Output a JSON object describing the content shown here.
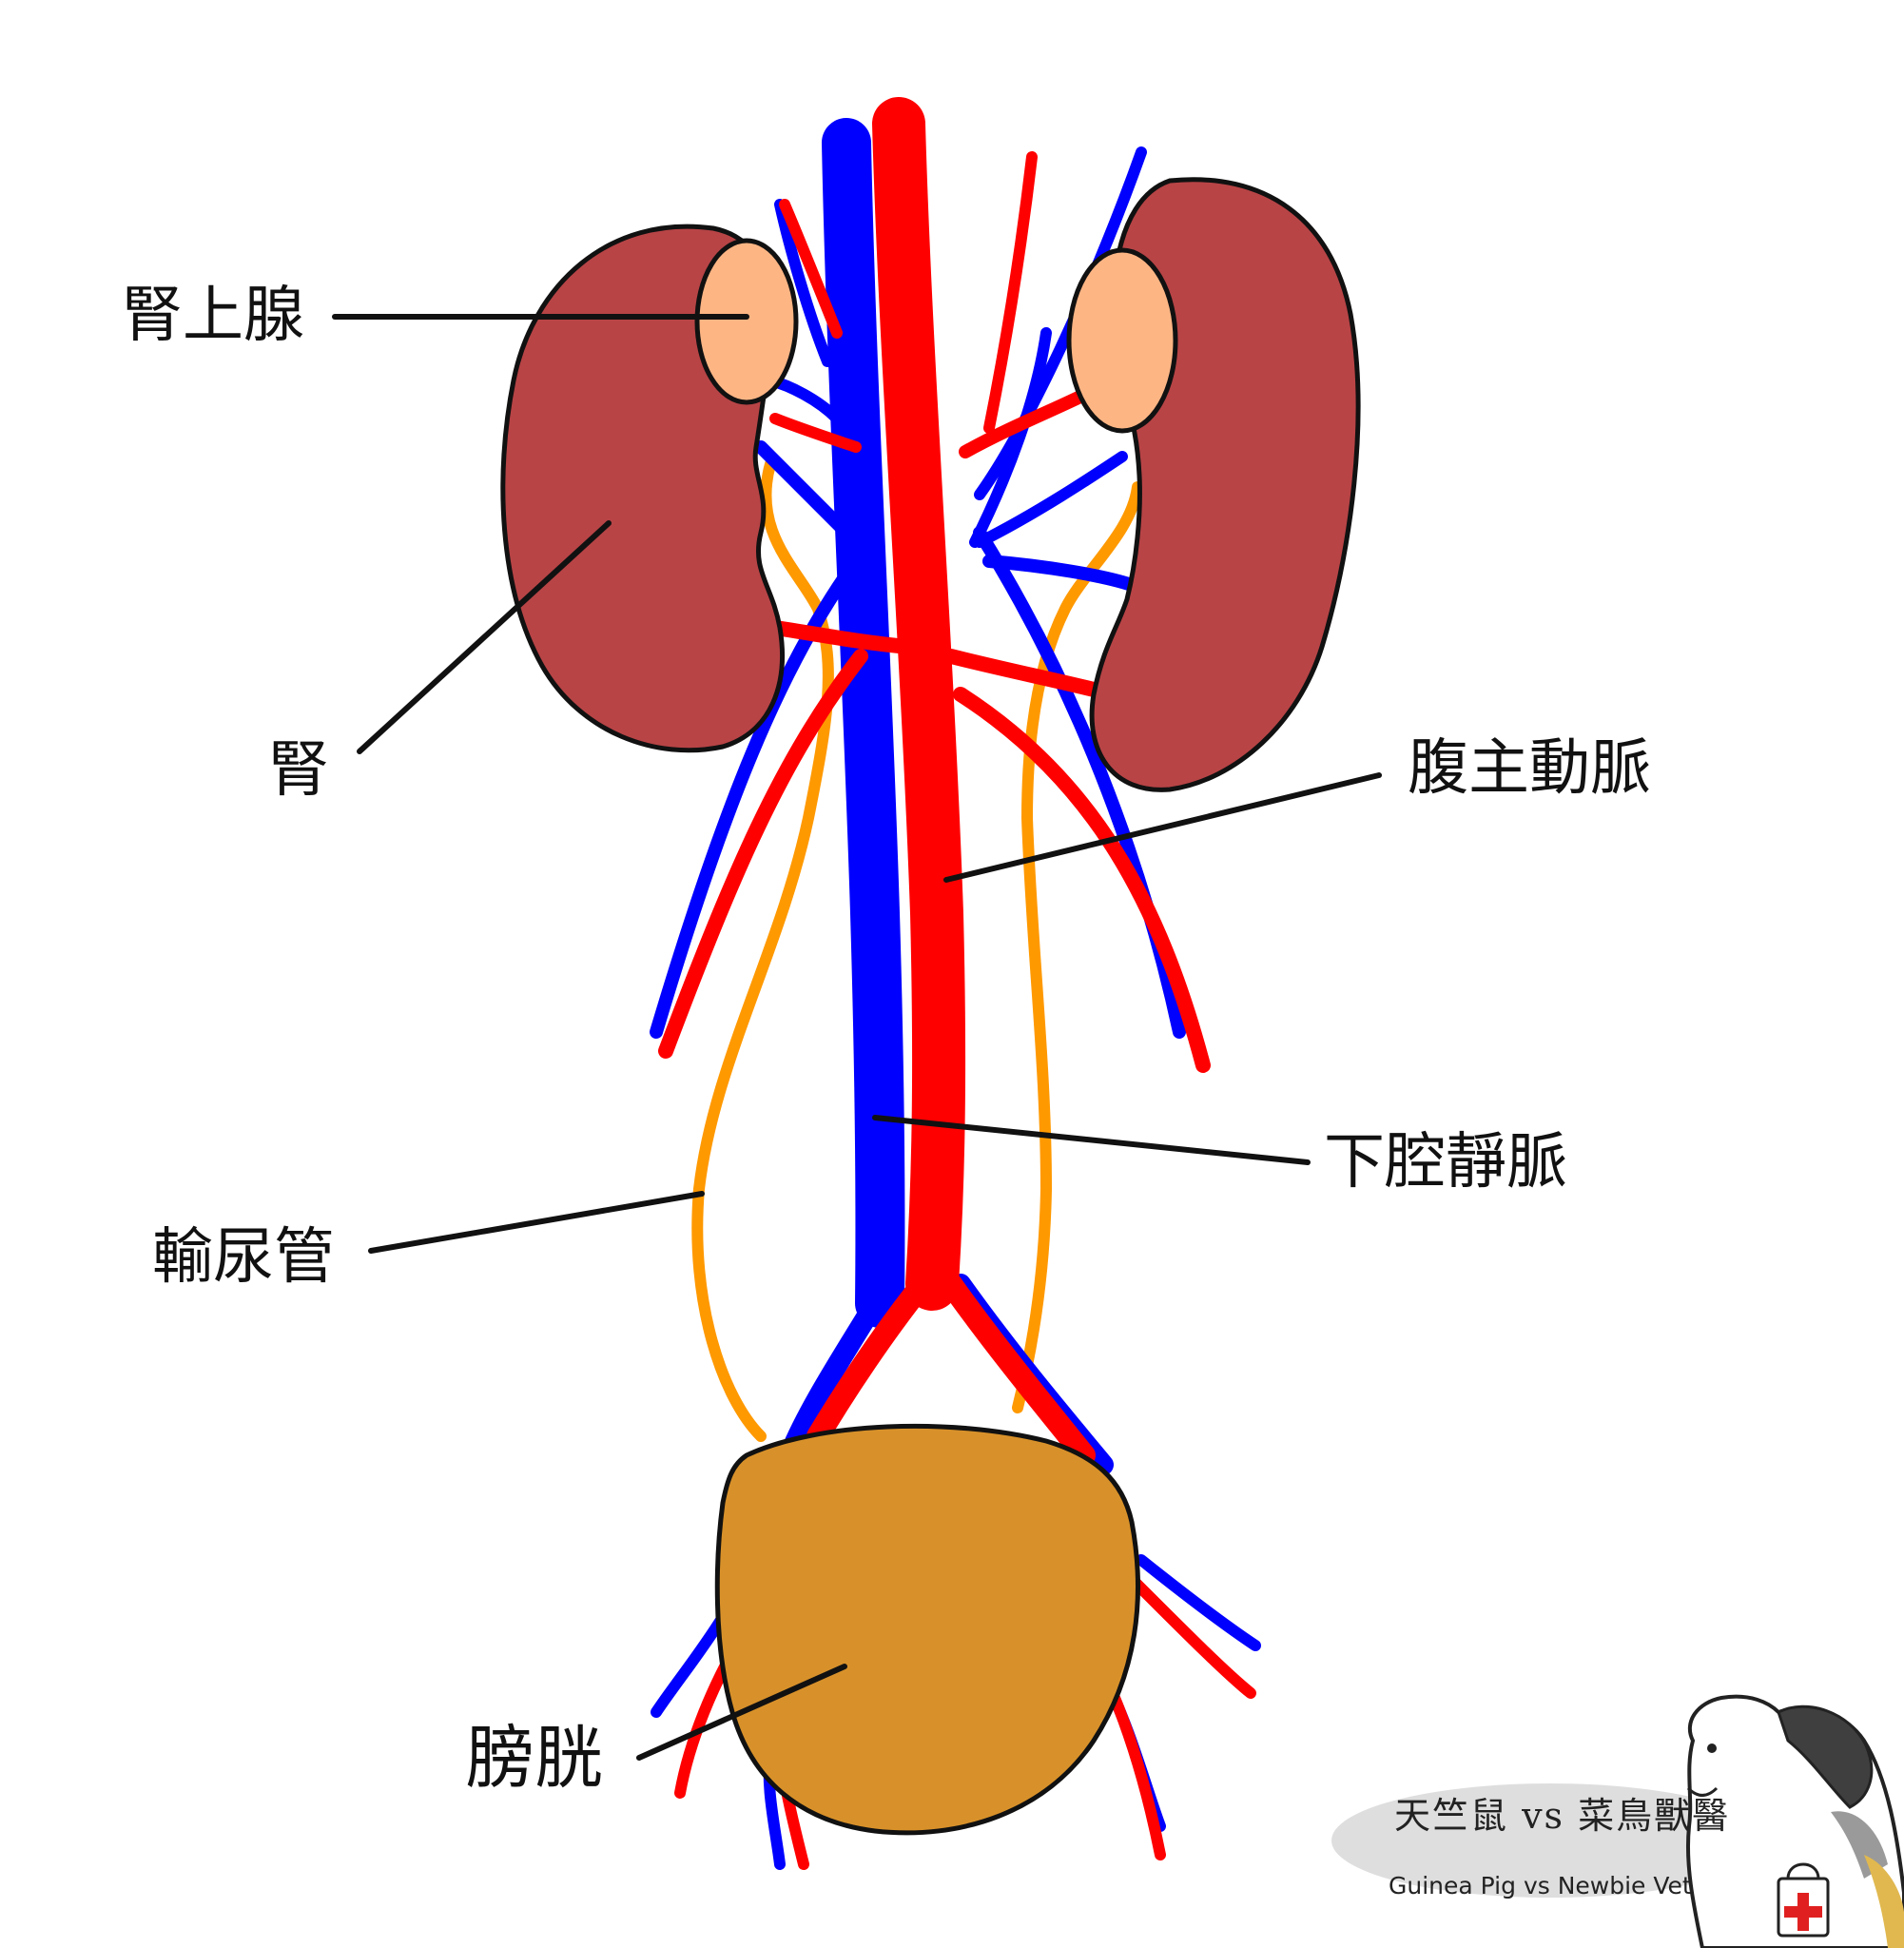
{
  "labels": {
    "adrenal_gland": "腎上腺",
    "kidney": "腎",
    "abdominal_aorta": "腹主動脈",
    "inferior_vena_cava": "下腔靜脈",
    "ureter": "輸尿管",
    "bladder": "膀胱"
  },
  "watermark": {
    "title_cn": "天竺鼠 vs 菜鳥獸醫",
    "title_en": "Guinea Pig vs Newbie Vet"
  },
  "colors": {
    "artery": "#ff0000",
    "vein": "#0000ff",
    "ureter": "#ff9900",
    "kidney": "#b84446",
    "adrenal": "#fdb584",
    "bladder": "#d8912a",
    "outline": "#111111"
  }
}
